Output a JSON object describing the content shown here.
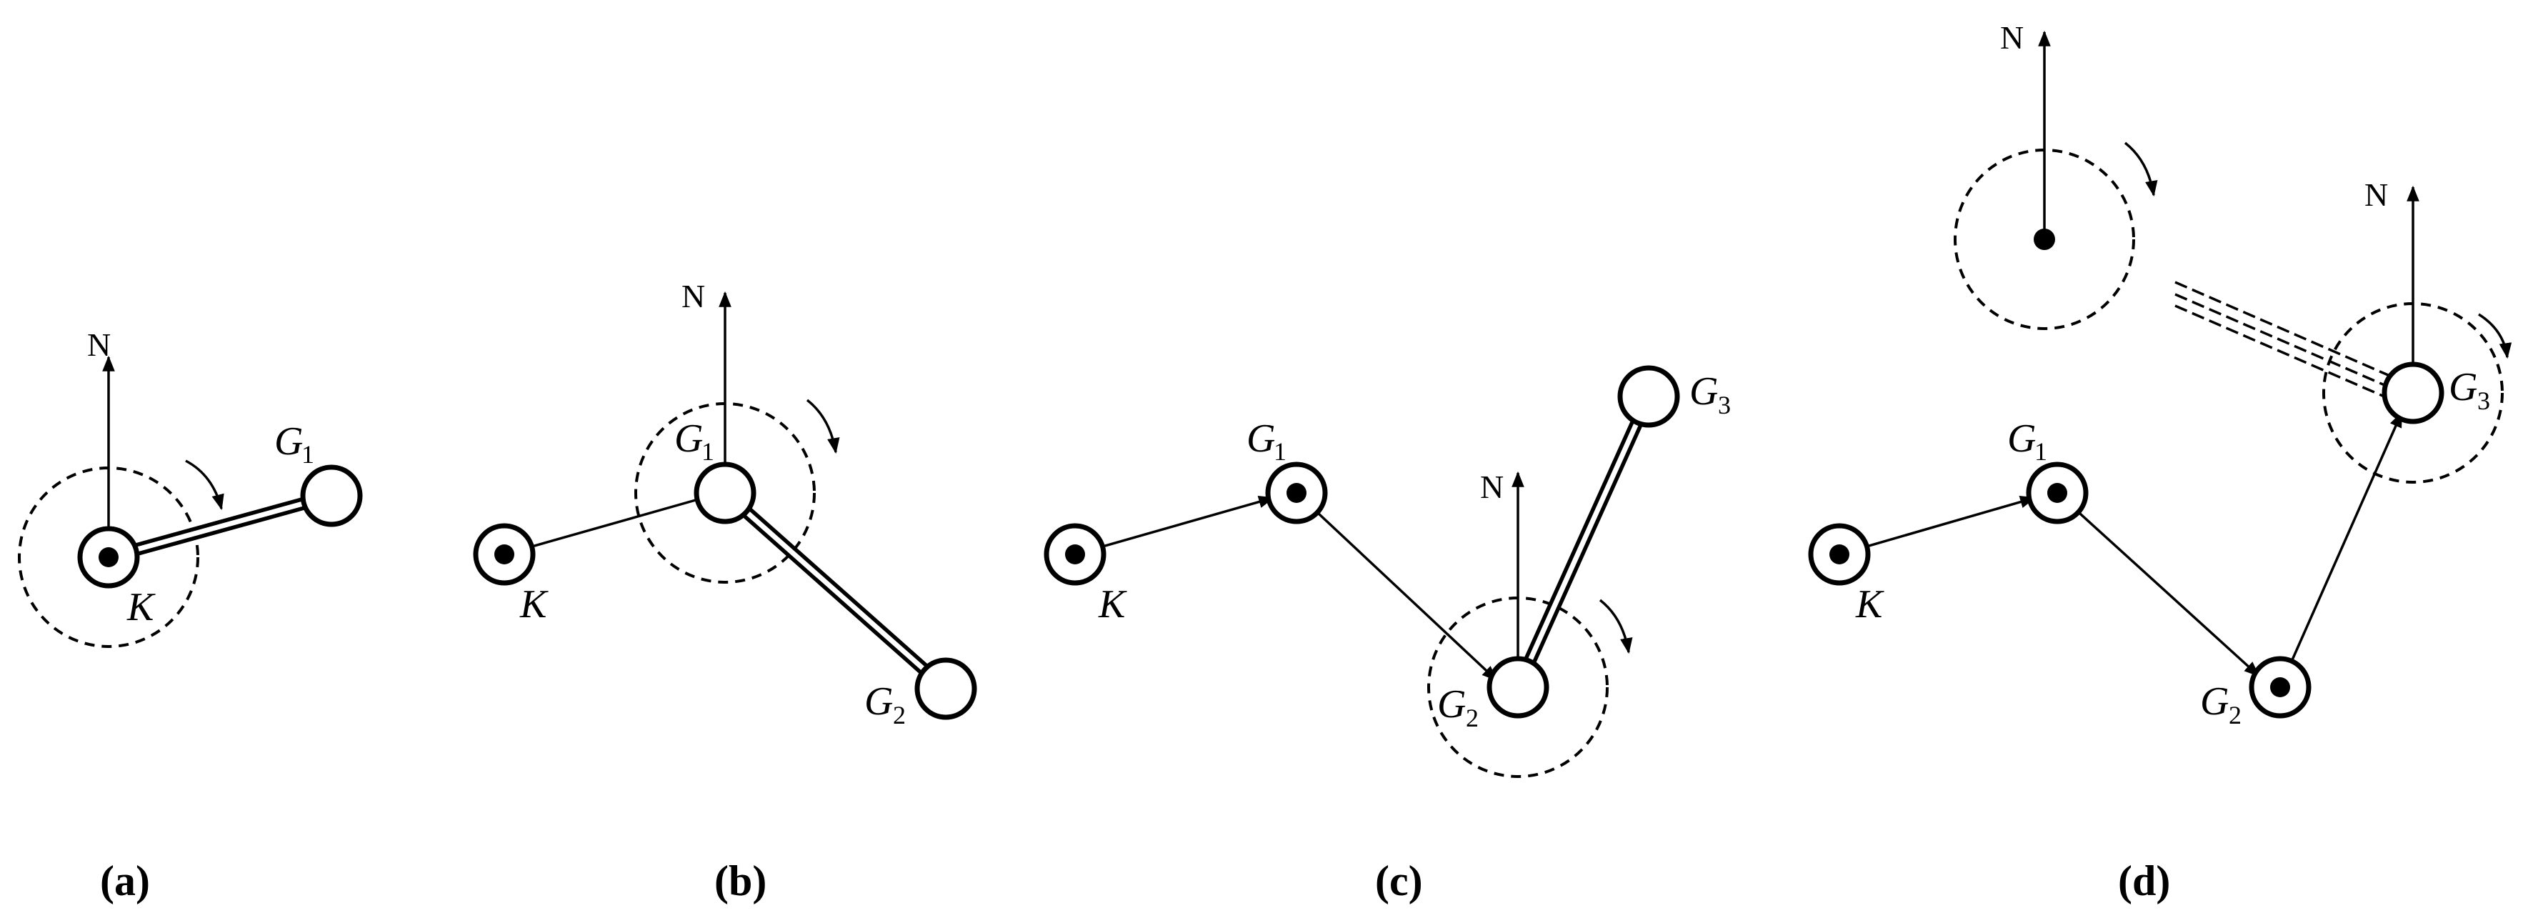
{
  "labels": {
    "north": "N",
    "k": "K",
    "g": "G",
    "sub1": "1",
    "sub2": "2",
    "sub3": "3"
  },
  "panels": {
    "a": "(a)",
    "b": "(b)",
    "c": "(c)",
    "d": "(d)"
  }
}
